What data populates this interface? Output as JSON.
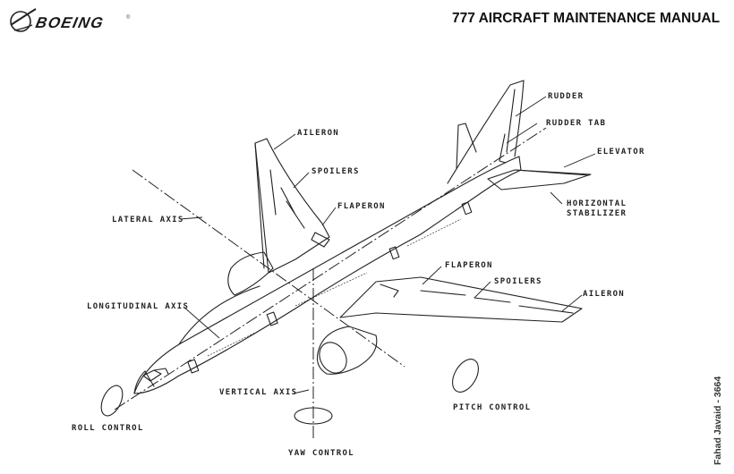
{
  "header": {
    "brand": "BOEING",
    "brand_mark": "®",
    "title": "777 AIRCRAFT MAINTENANCE MANUAL"
  },
  "labels": {
    "rudder": "RUDDER",
    "rudder_tab": "RUDDER TAB",
    "elevator": "ELEVATOR",
    "horizontal_stabilizer_line1": "HORIZONTAL",
    "horizontal_stabilizer_line2": "STABILIZER",
    "aileron_left": "AILERON",
    "spoilers_left": "SPOILERS",
    "flaperon_left": "FLAPERON",
    "lateral_axis": "LATERAL AXIS",
    "flaperon_right": "FLAPERON",
    "spoilers_right": "SPOILERS",
    "aileron_right": "AILERON",
    "longitudinal_axis": "LONGITUDINAL AXIS",
    "vertical_axis": "VERTICAL AXIS",
    "roll_control": "ROLL CONTROL",
    "yaw_control": "YAW CONTROL",
    "pitch_control": "PITCH CONTROL"
  },
  "credit": "Fahad Javaid - 3664",
  "colors": {
    "ink": "#222222",
    "background": "#ffffff"
  }
}
